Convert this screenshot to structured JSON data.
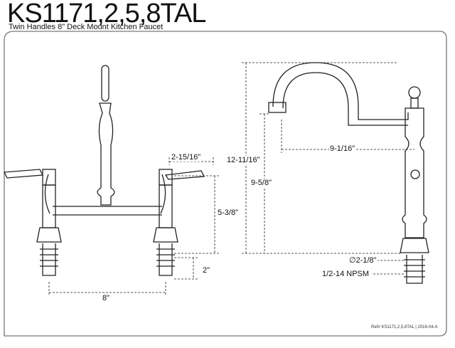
{
  "header": {
    "title": "KS1171,2,5,8TAL",
    "subtitle": "Twin Handles 8\" Deck Mount Kitchen Faucet"
  },
  "dimensions": {
    "handle_offset": "2-15/16\"",
    "body_height": "5-3/8\"",
    "shank_length": "2\"",
    "center_spread": "8\"",
    "total_height": "12-11/16\"",
    "spout_reach": "9-1/16\"",
    "spout_clearance": "9-5/8\"",
    "base_diameter": "∅2-1/8\"",
    "thread": "1/2-14 NPSM"
  },
  "footer": {
    "ref": "Ref# KS1171,2,5,8TAL | 2016-04-A"
  }
}
